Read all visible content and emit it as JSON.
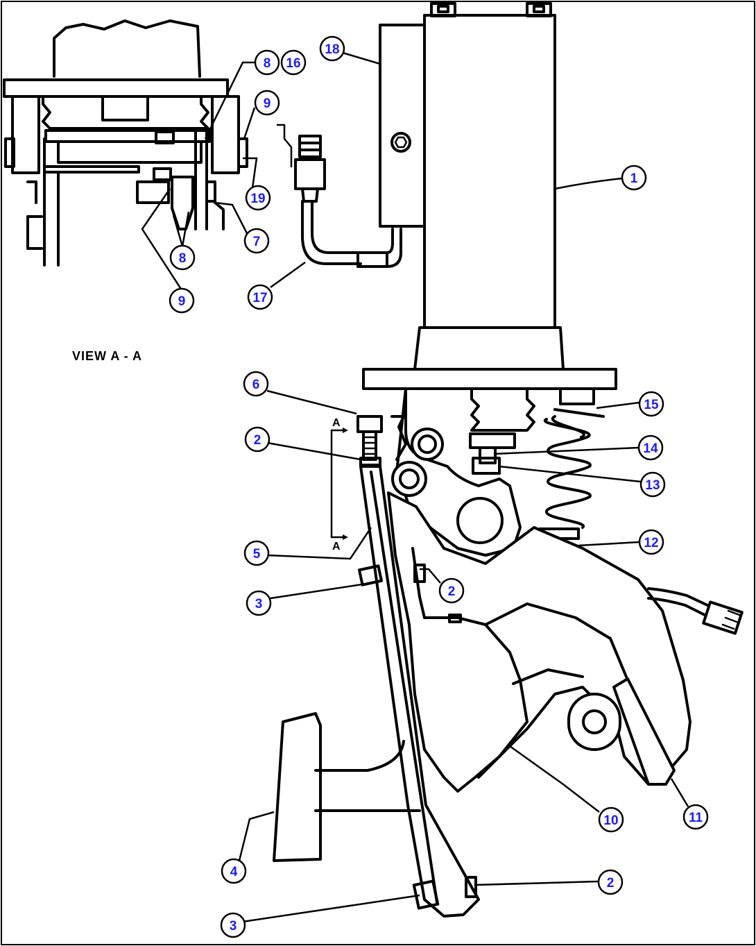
{
  "view_label": "VIEW A - A",
  "section_marks": [
    "A",
    "A"
  ],
  "callouts": {
    "c1": "1",
    "c2a": "2",
    "c2b": "2",
    "c2c": "2",
    "c3a": "3",
    "c3b": "3",
    "c4": "4",
    "c5": "5",
    "c6": "6",
    "c7": "7",
    "c8a": "8",
    "c8b": "8",
    "c9a": "9",
    "c9b": "9",
    "c10": "10",
    "c11": "11",
    "c12": "12",
    "c13": "13",
    "c14": "14",
    "c15": "15",
    "c16": "16",
    "c17": "17",
    "c18": "18",
    "c19": "19"
  },
  "colors": {
    "callout_text": "#1a1aff",
    "lines": "#000000",
    "background": "#ffffff"
  }
}
